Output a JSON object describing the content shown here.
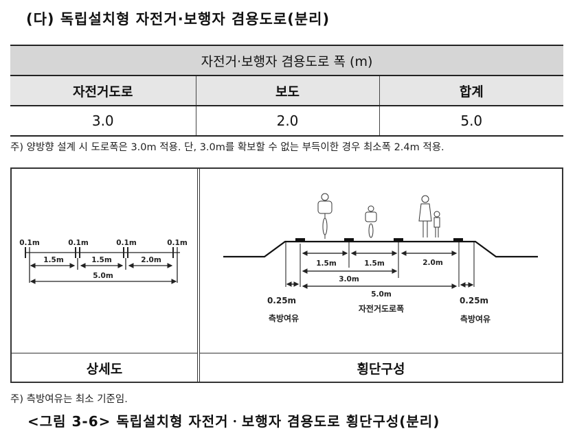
{
  "title": "(다) 독립설치형 자전거·보행자 겸용도로(분리)",
  "table": {
    "header": "자전거·보행자 겸용도로 폭 (m)",
    "columns": [
      "자전거도로",
      "보도",
      "합계"
    ],
    "values": [
      "3.0",
      "2.0",
      "5.0"
    ]
  },
  "note1": "주) 양방향 설계 시 도로폭은 3.0m 적용. 단, 3.0m를 확보할 수 없는 부득이한 경우 최소폭 2.4m 적용.",
  "figure": {
    "detail": {
      "label": "상세도",
      "gap": "0.1m",
      "seg1": "1.5m",
      "seg2": "1.5m",
      "seg3": "2.0m",
      "total": "5.0m"
    },
    "cross": {
      "label": "횡단구성",
      "seg1": "1.5m",
      "seg2": "1.5m",
      "seg3": "2.0m",
      "bike_total": "3.0m",
      "total": "5.0m",
      "total_label": "자전거도로폭",
      "margin": "0.25m",
      "margin_label": "측방여유"
    }
  },
  "note2": "주) 측방여유는 최소 기준임.",
  "caption": "<그림 3-6> 독립설치형 자전거ㆍ보행자 겸용도로 횡단구성(분리)"
}
